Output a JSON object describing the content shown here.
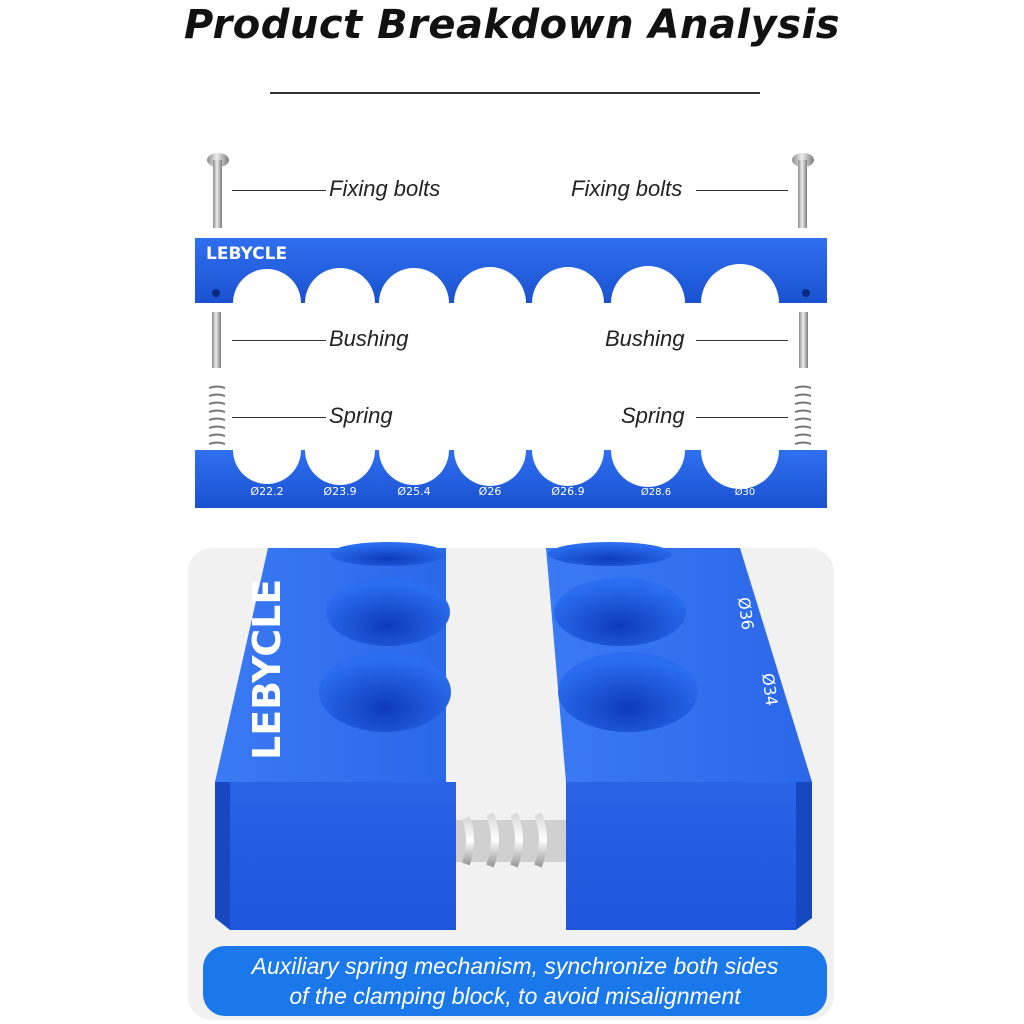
{
  "title": "Product Breakdown Analysis",
  "brand": "LEBYCLE",
  "labels": {
    "fixing_bolts_left": "Fixing bolts",
    "fixing_bolts_right": "Fixing bolts",
    "bushing_left": "Bushing",
    "bushing_right": "Bushing",
    "spring_left": "Spring",
    "spring_right": "Spring"
  },
  "sizes": [
    "Ø22.2",
    "Ø23.9",
    "Ø25.4",
    "Ø26",
    "Ø26.9",
    "Ø28.6",
    "Ø30"
  ],
  "photo_sizes": [
    "Ø36",
    "Ø34"
  ],
  "caption": {
    "line1": "Auxiliary spring mechanism, synchronize both sides",
    "line2": "of the clamping block, to avoid misalignment"
  },
  "colors": {
    "block_blue": "#1f5fe0",
    "caption_blue": "#1a78ea"
  }
}
